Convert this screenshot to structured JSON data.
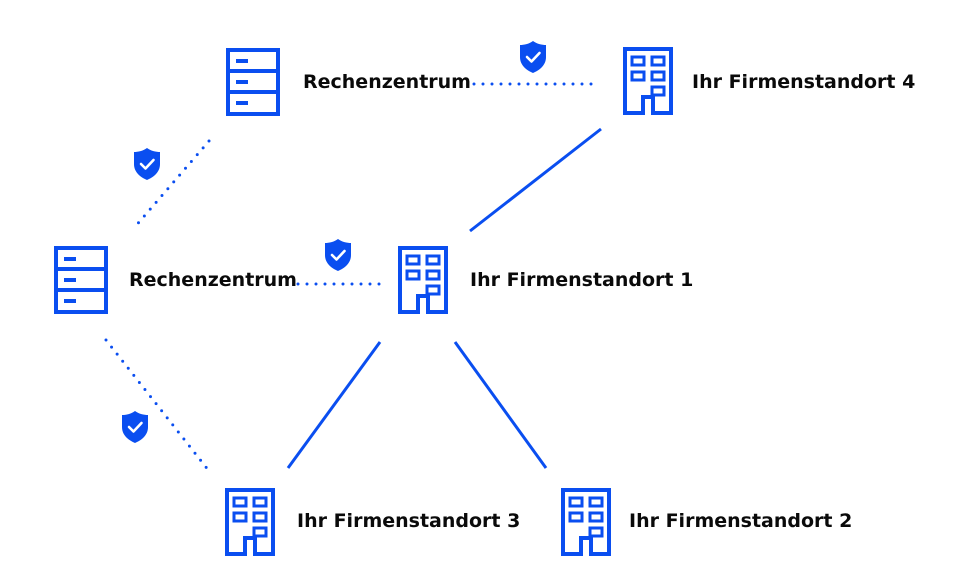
{
  "colors": {
    "accent": "#0A4EF0",
    "text": "#0A0A0A",
    "background": "#FFFFFF"
  },
  "nodes": {
    "datacenter_top": {
      "label": "Rechenzentrum",
      "icon": "server-rack-icon"
    },
    "datacenter_left": {
      "label": "Rechenzentrum",
      "icon": "server-rack-icon"
    },
    "site_1": {
      "label": "Ihr Firmenstandort 1",
      "icon": "office-building-icon"
    },
    "site_2": {
      "label": "Ihr Firmenstandort 2",
      "icon": "office-building-icon"
    },
    "site_3": {
      "label": "Ihr Firmenstandort 3",
      "icon": "office-building-icon"
    },
    "site_4": {
      "label": "Ihr Firmenstandort 4",
      "icon": "office-building-icon"
    }
  },
  "connections": [
    {
      "from": "datacenter_top",
      "to": "site_4",
      "style": "dotted",
      "secured": true
    },
    {
      "from": "datacenter_top",
      "to": "datacenter_left",
      "style": "dotted",
      "secured": true
    },
    {
      "from": "datacenter_left",
      "to": "site_1",
      "style": "dotted",
      "secured": true
    },
    {
      "from": "datacenter_left",
      "to": "site_3",
      "style": "dotted",
      "secured": true
    },
    {
      "from": "site_1",
      "to": "site_4",
      "style": "solid",
      "secured": false
    },
    {
      "from": "site_1",
      "to": "site_3",
      "style": "solid",
      "secured": false
    },
    {
      "from": "site_1",
      "to": "site_2",
      "style": "solid",
      "secured": false
    }
  ]
}
